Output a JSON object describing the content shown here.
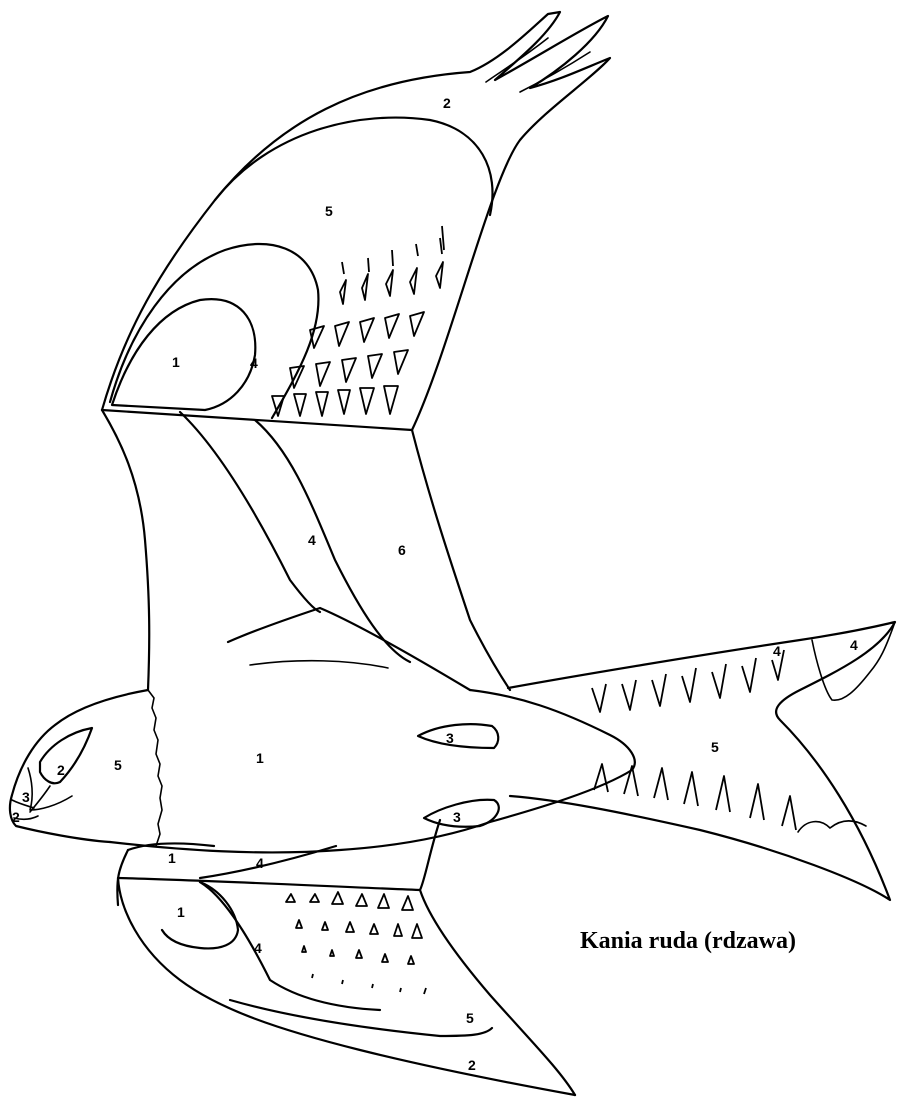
{
  "title": "Kania ruda (rdzawa)",
  "zones": [
    {
      "id": "upper-wing-tip",
      "label": "2"
    },
    {
      "id": "upper-wing-primaries",
      "label": "5"
    },
    {
      "id": "upper-wing-carpal",
      "label": "1"
    },
    {
      "id": "upper-wing-coverts",
      "label": "4"
    },
    {
      "id": "upper-arm-band",
      "label": "4"
    },
    {
      "id": "upper-arm-rear",
      "label": "6"
    },
    {
      "id": "body",
      "label": "1"
    },
    {
      "id": "head",
      "label": "5"
    },
    {
      "id": "eye",
      "label": "2"
    },
    {
      "id": "cheek",
      "label": "3"
    },
    {
      "id": "bill",
      "label": "2"
    },
    {
      "id": "body-patch",
      "label": "3"
    },
    {
      "id": "vent",
      "label": "3"
    },
    {
      "id": "tail",
      "label": "5"
    },
    {
      "id": "tail-tip-upper",
      "label": "4"
    },
    {
      "id": "tail-tip-upper-inner",
      "label": "4"
    },
    {
      "id": "lower-arm-band",
      "label": "1"
    },
    {
      "id": "lower-arm-rear",
      "label": "4"
    },
    {
      "id": "lower-wing-carpal",
      "label": "1"
    },
    {
      "id": "lower-wing-coverts",
      "label": "4"
    },
    {
      "id": "lower-wing-primaries",
      "label": "5"
    },
    {
      "id": "lower-wing-tip",
      "label": "2"
    }
  ]
}
